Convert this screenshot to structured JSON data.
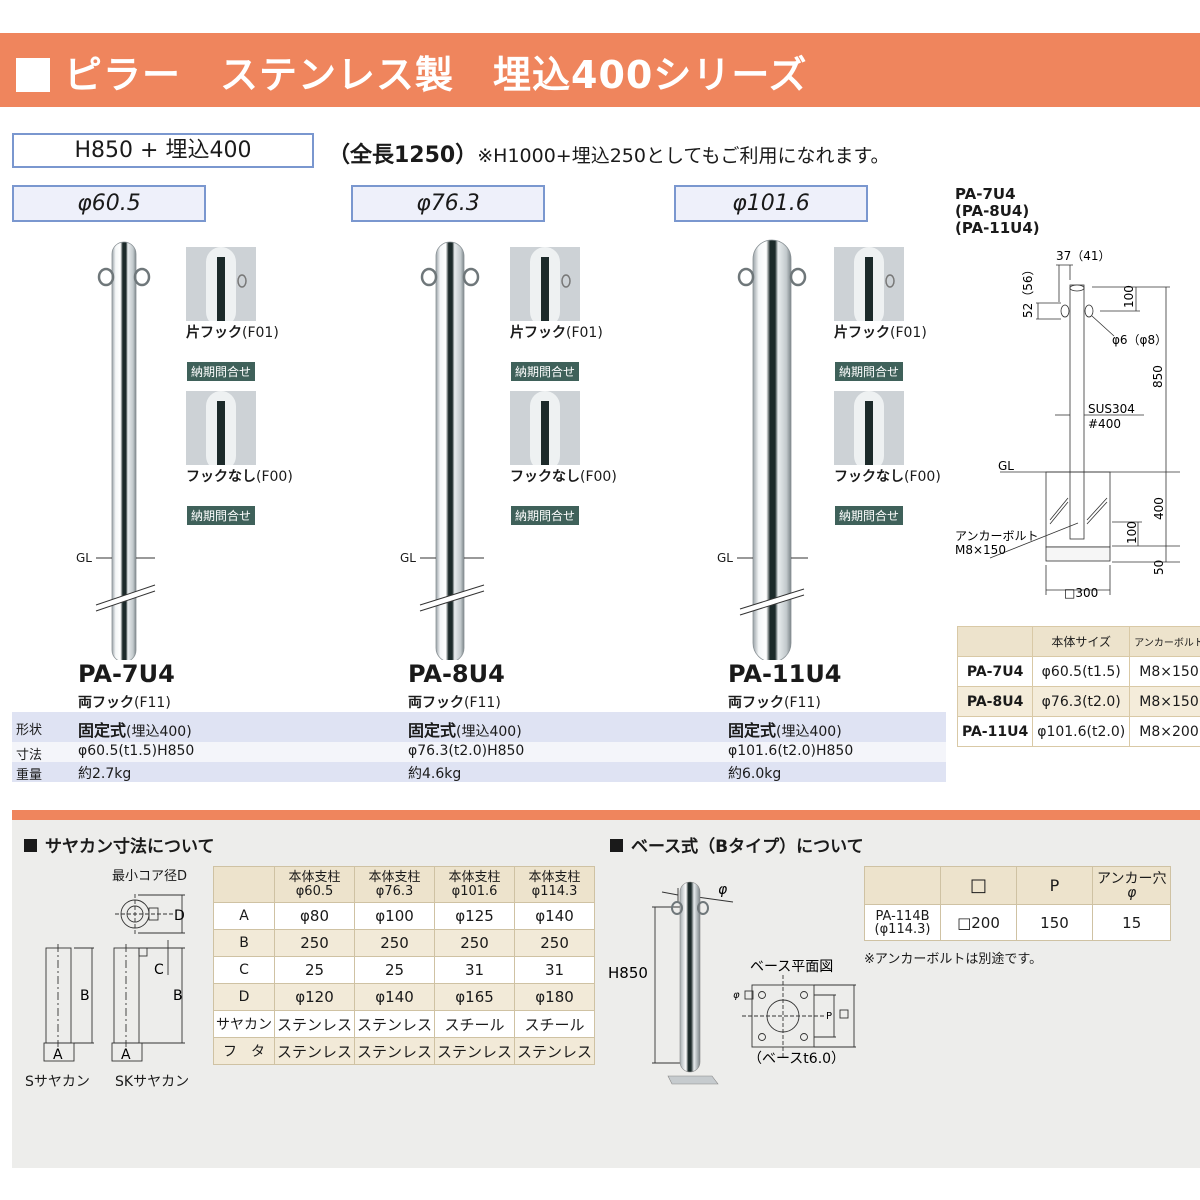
{
  "header": {
    "title": "ピラー　ステンレス製　埋込400シリーズ",
    "color": "#ef855d"
  },
  "spec": {
    "box_label": "H850 + 埋込400",
    "total_length": "（全長1250）",
    "note": "※H1000+埋込250としてもご利用になれます。"
  },
  "products": [
    {
      "diameter_label": "φ60.5",
      "model": "PA-7U4",
      "hook": "両フック",
      "hook_code": "(F11)",
      "gl": "GL",
      "options": [
        {
          "label": "片フック",
          "code": "(F01)",
          "badge": "納期問合せ"
        },
        {
          "label": "フックなし",
          "code": "(F00)",
          "badge": "納期問合せ"
        }
      ],
      "type_main": "固定式",
      "type_sub": "(埋込400)",
      "dimensions": "φ60.5(t1.5)H850",
      "weight": "約2.7kg"
    },
    {
      "diameter_label": "φ76.3",
      "model": "PA-8U4",
      "hook": "両フック",
      "hook_code": "(F11)",
      "gl": "GL",
      "options": [
        {
          "label": "片フック",
          "code": "(F01)",
          "badge": "納期問合せ"
        },
        {
          "label": "フックなし",
          "code": "(F00)",
          "badge": "納期問合せ"
        }
      ],
      "type_main": "固定式",
      "type_sub": "(埋込400)",
      "dimensions": "φ76.3(t2.0)H850",
      "weight": "約4.6kg"
    },
    {
      "diameter_label": "φ101.6",
      "model": "PA-11U4",
      "hook": "両フック",
      "hook_code": "(F11)",
      "gl": "GL",
      "options": [
        {
          "label": "片フック",
          "code": "(F01)",
          "badge": "納期問合せ"
        },
        {
          "label": "フックなし",
          "code": "(F00)",
          "badge": "納期問合せ"
        }
      ],
      "type_main": "固定式",
      "type_sub": "(埋込400)",
      "dimensions": "φ101.6(t2.0)H850",
      "weight": "約6.0kg"
    }
  ],
  "spec_rows": {
    "type_label": "形状",
    "dimension_label": "寸法",
    "weight_label": "重量"
  },
  "tech_drawing": {
    "title_lines": [
      "PA-7U4",
      "(PA-8U4)",
      "(PA-11U4)"
    ],
    "dim_width": "37（41）",
    "dim_hook_height": "52（56）",
    "dim_top": "100",
    "dim_hook_wire": "φ6（φ8）",
    "dim_height": "850",
    "material": "SUS304",
    "finish": "#400",
    "gl": "GL",
    "dim_embed": "400",
    "anchor_label": "アンカーボルト",
    "anchor_spec": "M8×150",
    "dim_anchor": "100",
    "dim_base": "50",
    "dim_square": "□300"
  },
  "size_table": {
    "headers": [
      "",
      "本体サイズ",
      "アンカーボルト"
    ],
    "rows": [
      [
        "PA-7U4",
        "φ60.5(t1.5)",
        "M8×150"
      ],
      [
        "PA-8U4",
        "φ76.3(t2.0)",
        "M8×150"
      ],
      [
        "PA-11U4",
        "φ101.6(t2.0)",
        "M8×200"
      ]
    ]
  },
  "sayakan": {
    "title": "サヤカン寸法について",
    "core_label": "最小コア径D",
    "labels": {
      "A": "A",
      "B": "B",
      "C": "C",
      "D": "D"
    },
    "s_label": "Sサヤカン",
    "sk_label": "SKサヤカン",
    "table": {
      "headers": [
        [
          "本体支柱",
          "φ60.5"
        ],
        [
          "本体支柱",
          "φ76.3"
        ],
        [
          "本体支柱",
          "φ101.6"
        ],
        [
          "本体支柱",
          "φ114.3"
        ]
      ],
      "rows": [
        {
          "label": "A",
          "values": [
            "φ80",
            "φ100",
            "φ125",
            "φ140"
          ]
        },
        {
          "label": "B",
          "values": [
            "250",
            "250",
            "250",
            "250"
          ]
        },
        {
          "label": "C",
          "values": [
            "25",
            "25",
            "31",
            "31"
          ]
        },
        {
          "label": "D",
          "values": [
            "φ120",
            "φ140",
            "φ165",
            "φ180"
          ]
        },
        {
          "label": "サヤカン",
          "values": [
            "ステンレス",
            "ステンレス",
            "スチール",
            "スチール"
          ]
        },
        {
          "label": "フ　タ",
          "values": [
            "ステンレス",
            "ステンレス",
            "ステンレス",
            "ステンレス"
          ]
        }
      ]
    }
  },
  "base": {
    "title": "ベース式（Bタイプ）について",
    "phi": "φ",
    "height_label": "H850",
    "plan_title": "ベース平面図",
    "plan_phi": "φ□",
    "plan_p": "P□",
    "thickness": "（ベースt6.0）",
    "table": {
      "headers": [
        "",
        "□",
        "P",
        "アンカー穴",
        "φ"
      ],
      "model_line1": "PA-114B",
      "model_line2": "(φ114.3)",
      "square": "□200",
      "p": "150",
      "hole": "15"
    },
    "note": "※アンカーボルトは別途です。"
  }
}
